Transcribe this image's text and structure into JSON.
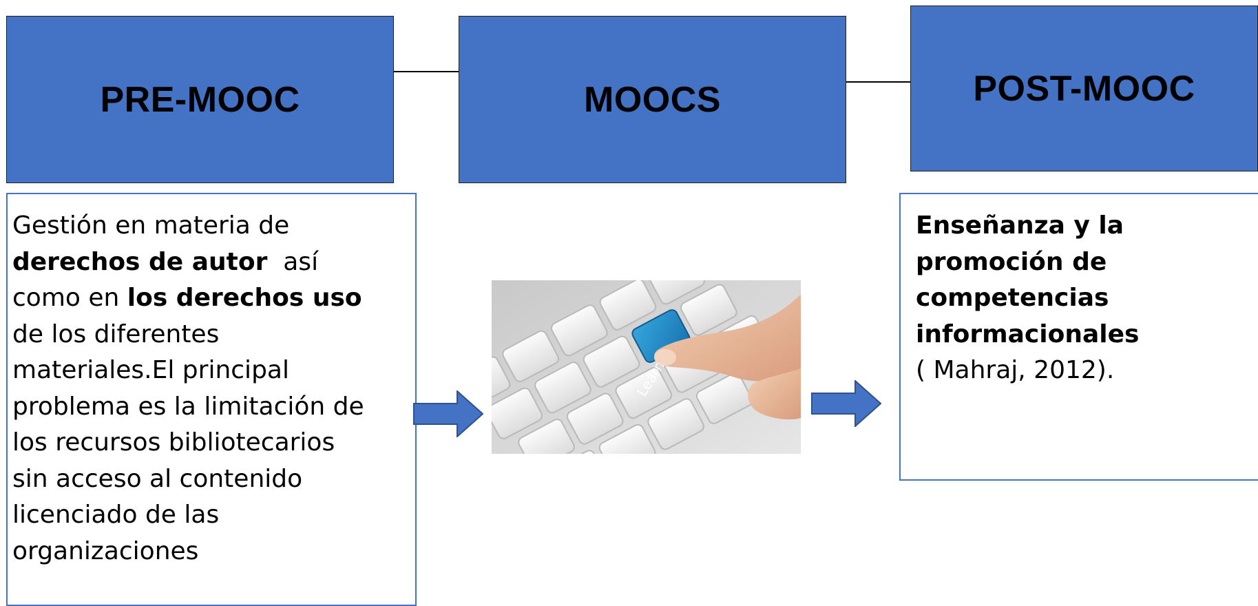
{
  "stages": {
    "pre": "PRE-MOOC",
    "mid": "MOOCS",
    "post": "POST-MOOC"
  },
  "pre_text": {
    "l1": "Gestión en materia de",
    "l2_bold": "derechos de autor",
    "l2_rest": "  así",
    "l3_start": "como en ",
    "l3_bold": "los derechos uso",
    "l4": "de los diferentes",
    "l5": "materiales.El principal",
    "l6": "problema es la limitación de",
    "l7": "los recursos bibliotecarios",
    "l8": "sin acceso al contenido",
    "l9": "licenciado de las",
    "l10": "organizaciones"
  },
  "post_text": {
    "l1": "Enseñanza y la",
    "l2": "promoción de",
    "l3": "competencias",
    "l4": "informacionales",
    "citation": "( Mahraj, 2012)."
  },
  "photo": {
    "key_label": "Learn"
  },
  "colors": {
    "box_fill": "#4472C4",
    "box_border": "#1f1f1f",
    "text_border": "#4472C4",
    "arrow_fill": "#4472C4"
  }
}
